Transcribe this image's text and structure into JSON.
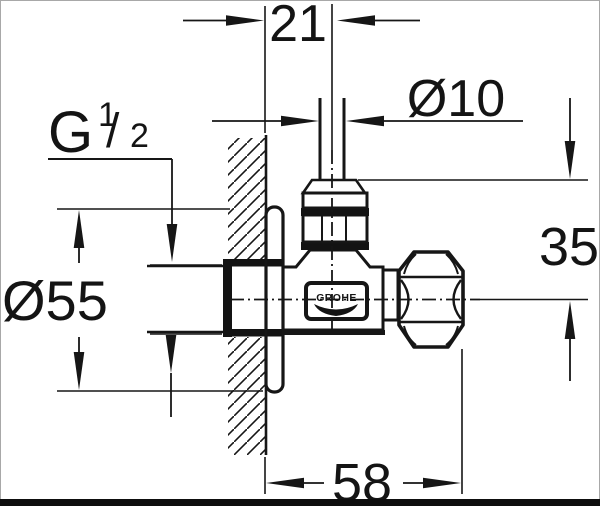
{
  "drawing": {
    "brand_plate": {
      "label": "GROHE"
    },
    "dimensions": {
      "top_width": "21",
      "pipe_diameter": "Ø10",
      "thread": {
        "prefix": "G",
        "numerator": "1",
        "slash": "/",
        "denominator": "2"
      },
      "flange_diameter": "Ø55",
      "height": "35",
      "depth": "58"
    }
  }
}
